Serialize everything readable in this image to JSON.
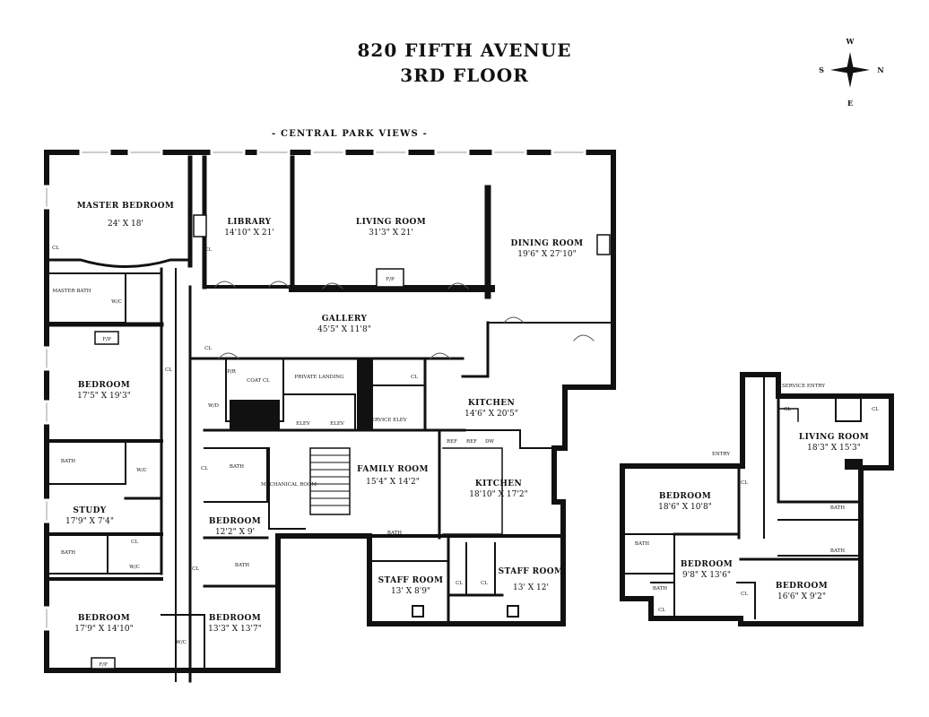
{
  "header": {
    "address": "820 FIFTH AVENUE",
    "floor": "3RD FLOOR",
    "view_note": "- CENTRAL PARK VIEWS -"
  },
  "compass": {
    "north": "N",
    "south": "S",
    "east": "E",
    "west": "W"
  },
  "rooms": {
    "master_bedroom": {
      "name": "MASTER BEDROOM",
      "dims": "24' X 18'"
    },
    "library": {
      "name": "LIBRARY",
      "dims": "14'10\" X 21'"
    },
    "living_room": {
      "name": "LIVING ROOM",
      "dims": "31'3\" X 21'"
    },
    "dining_room": {
      "name": "DINING ROOM",
      "dims": "19'6\" X 27'10\""
    },
    "gallery": {
      "name": "GALLERY",
      "dims": "45'5\" X 11'8\""
    },
    "bedroom_1": {
      "name": "BEDROOM",
      "dims": "17'5\" X 19'3\""
    },
    "kitchen_1": {
      "name": "KITCHEN",
      "dims": "14'6\" X 20'5\""
    },
    "family_room": {
      "name": "FAMILY ROOM",
      "dims": "15'4\" X 14'2\""
    },
    "kitchen_2": {
      "name": "KITCHEN",
      "dims": "18'10\" X 17'2\""
    },
    "study": {
      "name": "STUDY",
      "dims": "17'9\" X 7'4\""
    },
    "bedroom_2": {
      "name": "BEDROOM",
      "dims": "12'2\" X 9'"
    },
    "bedroom_3": {
      "name": "BEDROOM",
      "dims": "17'9\" X 14'10\""
    },
    "bedroom_4": {
      "name": "BEDROOM",
      "dims": "13'3\" X 13'7\""
    },
    "staff_room_1": {
      "name": "STAFF ROOM",
      "dims": "13' X 8'9\""
    },
    "staff_room_2": {
      "name": "STAFF ROOM",
      "dims": "13' X 12'"
    },
    "bedroom_5": {
      "name": "BEDROOM",
      "dims": "18'6\" X 10'8\""
    },
    "living_room_2": {
      "name": "LIVING ROOM",
      "dims": "18'3\" X 15'3\""
    },
    "bedroom_6": {
      "name": "BEDROOM",
      "dims": "9'8\" X 13'6\""
    },
    "bedroom_7": {
      "name": "BEDROOM",
      "dims": "16'6\" X 9'2\""
    }
  },
  "small_labels": {
    "master_bath": "MASTER BATH",
    "coat_cl": "COAT CL",
    "private_landing": "PRIVATE LANDING",
    "mechanical_room": "MECHANICAL ROOM",
    "service_entry": "SERVICE ENTRY",
    "entry": "ENTRY",
    "bath": "BATH",
    "cl": "CL",
    "wic": "W/C",
    "pwd": "P/R",
    "service": "SERVICE ELEV",
    "elev": "ELEV",
    "wd": "W/D",
    "fp": "F/P",
    "ref": "REF",
    "ovn": "DW"
  }
}
